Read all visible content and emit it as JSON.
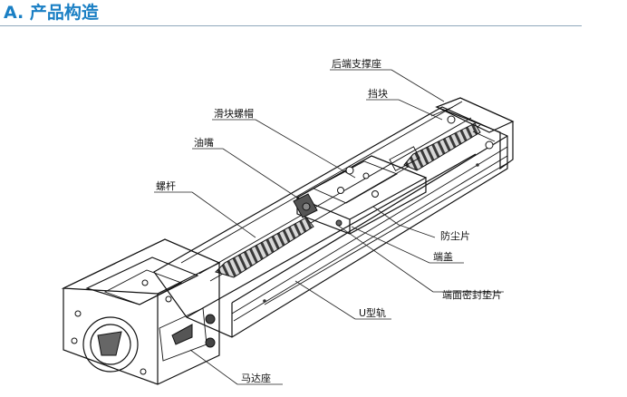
{
  "header": {
    "title": "A. 产品构造"
  },
  "labels": {
    "rear_support": "后端支撑座",
    "stopper": "挡块",
    "slider_nut": "滑块螺帽",
    "oil_nozzle": "油嘴",
    "screw_rod": "螺杆",
    "dust_strip": "防尘片",
    "end_cap": "端盖",
    "end_seal": "端面密封垫片",
    "u_rail": "U型轨",
    "motor_mount": "马达座"
  }
}
